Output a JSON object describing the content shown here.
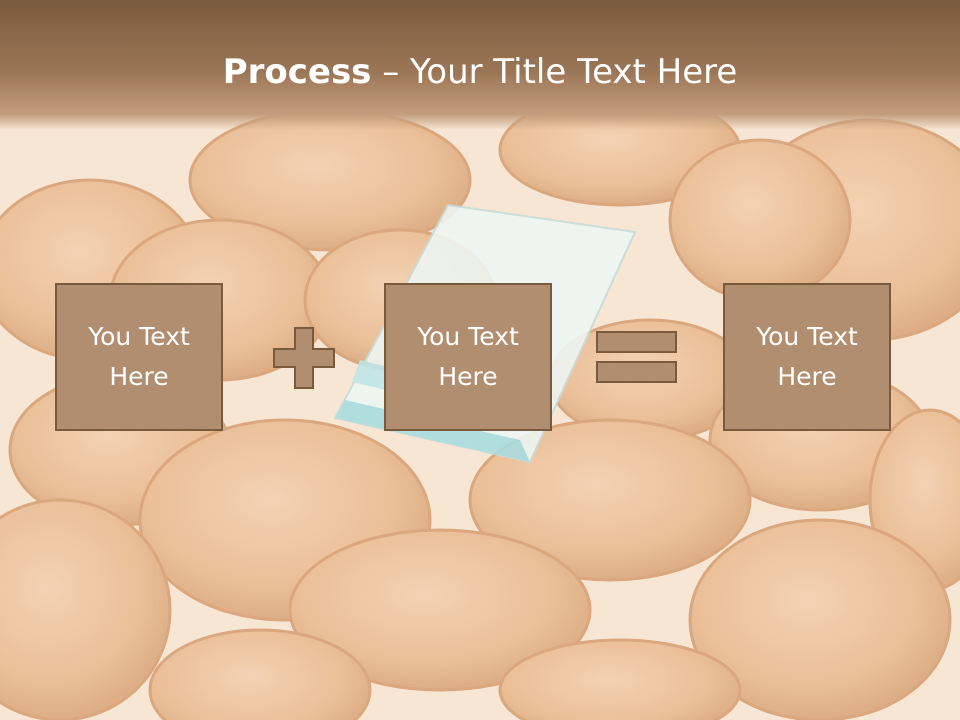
{
  "header": {
    "title_bold": "Process",
    "title_rest": " – Your Title Text Here"
  },
  "steps": [
    {
      "label": "You Text\nHere"
    },
    {
      "label": "You Text\nHere"
    },
    {
      "label": "You Text\nHere"
    }
  ],
  "operators": [
    "plus",
    "equals"
  ],
  "colors": {
    "header": "#8d6b4c",
    "box_fill": "#b18e6f",
    "box_border": "#7a5a3d",
    "background": "#f6e3cf"
  }
}
